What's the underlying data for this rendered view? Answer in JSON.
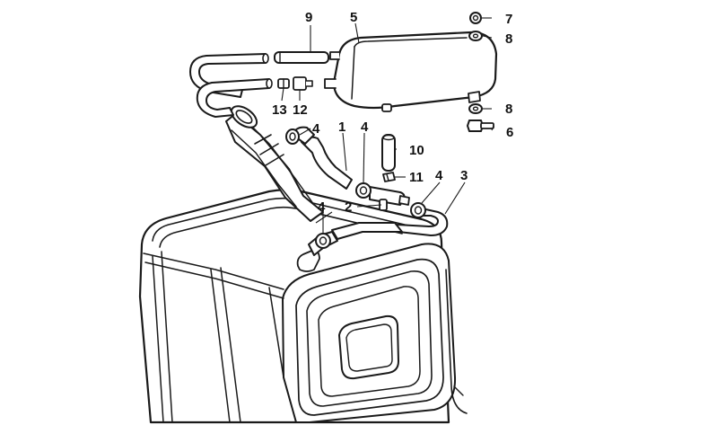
{
  "callouts": {
    "c1": "1",
    "c2": "2",
    "c3": "3",
    "c4a": "4",
    "c4b": "4",
    "c4c": "4",
    "c4d": "4",
    "c5": "5",
    "c6": "6",
    "c7": "7",
    "c8a": "8",
    "c8b": "8",
    "c9": "9",
    "c10": "10",
    "c11": "11",
    "c12": "12",
    "c13": "13"
  }
}
